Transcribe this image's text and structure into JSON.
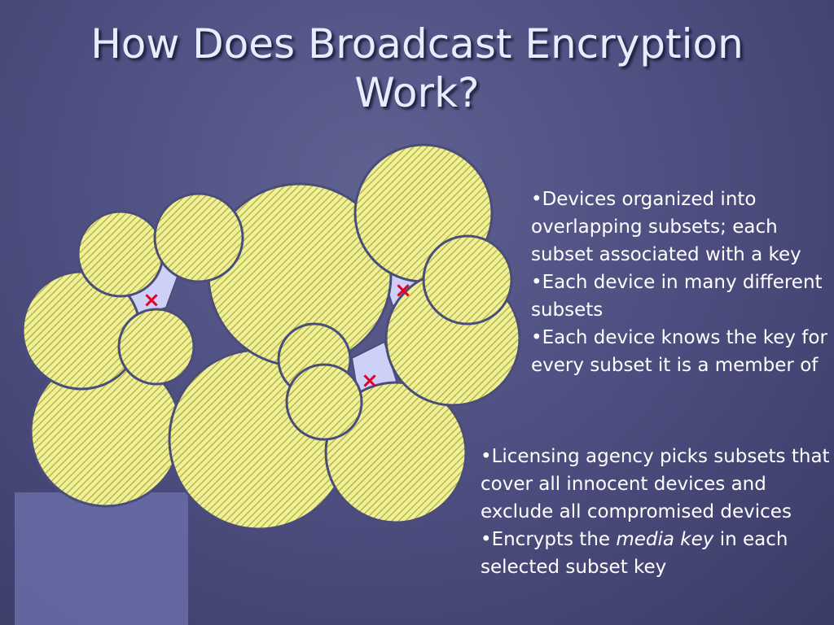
{
  "title": {
    "line1": "How Does Broadcast Encryption",
    "line2": "Work?"
  },
  "diagram": {
    "fill_color": "#f0ef9a",
    "hatch_color": "#b8b84a",
    "gap_color": "#cdd0f7",
    "stroke_color": "#4a4d7a",
    "mark_color": "#e3002b",
    "compromised_mark": "×"
  },
  "bullets_primary": [
    {
      "text": "•Devices organized into overlapping subsets; each subset associated with a key"
    },
    {
      "text": "•Each device in many different subsets"
    },
    {
      "text": "•Each device knows the key for every subset it is a member of"
    }
  ],
  "bullets_secondary": [
    {
      "text": "•Licensing agency picks subsets that cover all innocent devices and exclude all compromised devices"
    },
    {
      "before": "•Encrypts the ",
      "emphasis": "media key",
      "after": " in each selected subset key"
    }
  ]
}
